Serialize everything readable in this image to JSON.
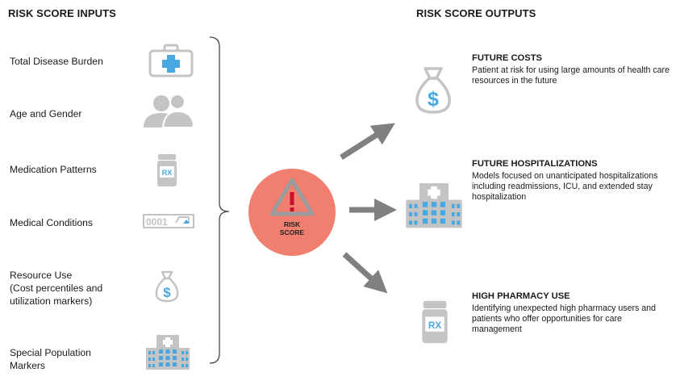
{
  "headings": {
    "inputs": "RISK SCORE INPUTS",
    "outputs": "RISK SCORE OUTPUTS"
  },
  "inputs": [
    {
      "label": "Total Disease Burden",
      "icon": "first-aid-kit-icon"
    },
    {
      "label": "Age and Gender",
      "icon": "people-icon"
    },
    {
      "label": "Medication Patterns",
      "icon": "pill-bottle-icon"
    },
    {
      "label": "Medical Conditions",
      "icon": "code-tag-icon"
    },
    {
      "label": "Resource Use\n(Cost percentiles and\nutilization markers)",
      "icon": "money-bag-icon"
    },
    {
      "label": "Special Population\nMarkers",
      "icon": "hospital-icon"
    }
  ],
  "center": {
    "label": "RISK\nSCORE",
    "icon": "warning-icon",
    "color": "#f07f6f"
  },
  "outputs": [
    {
      "title": "FUTURE COSTS",
      "description": "Patient at risk for using large amounts of health care resources in the future",
      "icon": "money-bag-icon"
    },
    {
      "title": "FUTURE HOSPITALIZATIONS",
      "description": "Models focused on unanticipated hospitalizations including readmissions, ICU, and extended stay hospitalization",
      "icon": "hospital-icon"
    },
    {
      "title": "HIGH PHARMACY USE",
      "description": "Identifying unexpected high pharmacy users and patients who offer opportunities for care management",
      "icon": "pill-bottle-icon"
    }
  ],
  "icon_text": {
    "rx": "RX",
    "dollar": "$",
    "code": "0001"
  },
  "colors": {
    "accent_blue": "#4aa8e0",
    "icon_gray": "#c4c4c4",
    "arrow_gray": "#808080",
    "bracket": "#444444"
  }
}
